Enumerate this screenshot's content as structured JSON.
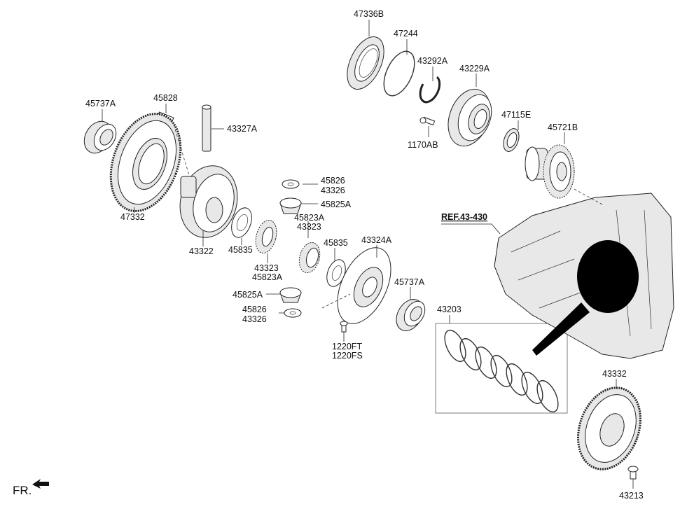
{
  "diagram": {
    "ref_label": "REF.43-430",
    "front_indicator": "FR.",
    "part_labels": [
      {
        "id": "p47336B",
        "text": "47336B"
      },
      {
        "id": "p47244",
        "text": "47244"
      },
      {
        "id": "p43292A",
        "text": "43292A"
      },
      {
        "id": "p43229A",
        "text": "43229A"
      },
      {
        "id": "p47115E",
        "text": "47115E"
      },
      {
        "id": "p1170AB",
        "text": "1170AB"
      },
      {
        "id": "p45721B",
        "text": "45721B"
      },
      {
        "id": "p45737A_top",
        "text": "45737A"
      },
      {
        "id": "p45828",
        "text": "45828"
      },
      {
        "id": "p43327A",
        "text": "43327A"
      },
      {
        "id": "p47332",
        "text": "47332"
      },
      {
        "id": "p43322",
        "text": "43322"
      },
      {
        "id": "p45826_top",
        "text": "45826"
      },
      {
        "id": "p43326_top",
        "text": "43326"
      },
      {
        "id": "p45825A_top",
        "text": "45825A"
      },
      {
        "id": "p45823A_top",
        "text": "45823A"
      },
      {
        "id": "p43323_top",
        "text": "43323"
      },
      {
        "id": "p45835_left",
        "text": "45835"
      },
      {
        "id": "p43323_bot",
        "text": "43323"
      },
      {
        "id": "p45823A_bot",
        "text": "45823A"
      },
      {
        "id": "p45835_right",
        "text": "45835"
      },
      {
        "id": "p43324A",
        "text": "43324A"
      },
      {
        "id": "p45825A_bot",
        "text": "45825A"
      },
      {
        "id": "p45826_bot",
        "text": "45826"
      },
      {
        "id": "p43326_bot",
        "text": "43326"
      },
      {
        "id": "p1220FT",
        "text": "1220FT"
      },
      {
        "id": "p1220FS",
        "text": "1220FS"
      },
      {
        "id": "p45737A_bot",
        "text": "45737A"
      },
      {
        "id": "p43203",
        "text": "43203"
      },
      {
        "id": "p43332",
        "text": "43332"
      },
      {
        "id": "p43213",
        "text": "43213"
      }
    ]
  }
}
